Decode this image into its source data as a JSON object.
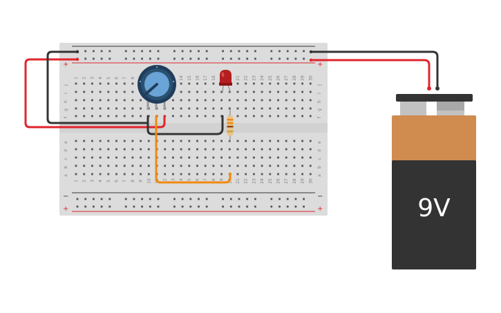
{
  "breadboard": {
    "columns": 30,
    "rows_top": [
      "j",
      "i",
      "h",
      "g",
      "f"
    ],
    "rows_bottom": [
      "e",
      "d",
      "c",
      "b",
      "a"
    ],
    "rail_minus": "−",
    "rail_plus": "+"
  },
  "battery": {
    "label": "9V"
  },
  "colors": {
    "board": "#dcdcdc",
    "wire_red": "#e0242c",
    "wire_black": "#333333",
    "wire_orange": "#f08a0c",
    "battery_top": "#d08b4f",
    "battery_body": "#333333",
    "pot_knob": "#6aa3d6",
    "led": "#b41e1e"
  }
}
